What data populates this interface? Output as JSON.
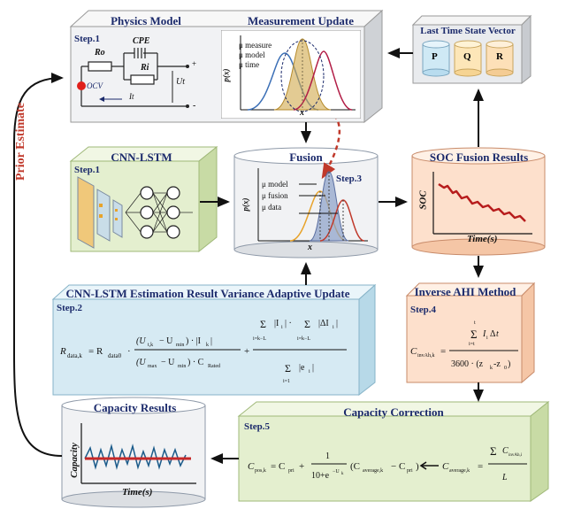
{
  "prior_estimate": "Prior Estimate",
  "physics_model": {
    "title": "Physics Model",
    "step": "Step.1",
    "labels": {
      "cpe": "CPE",
      "ro": "Ro",
      "ri": "Ri",
      "ocv": "OCV",
      "ut": "Ut",
      "it": "It",
      "plus": "+",
      "minus": "-"
    }
  },
  "measurement_update": {
    "title": "Measurement Update",
    "legend": [
      "μ measure",
      "μ model",
      "μ time"
    ],
    "ylabel": "p(x)",
    "xlabel": "x"
  },
  "last_state": {
    "title": "Last Time State Vector",
    "items": [
      "P",
      "Q",
      "R"
    ]
  },
  "cnn_lstm": {
    "title": "CNN-LSTM",
    "step": "Step.1"
  },
  "fusion": {
    "title": "Fusion",
    "step": "Step.3",
    "legend": [
      "μ model",
      "μ fusion",
      "μ data"
    ],
    "ylabel": "p(x)",
    "xlabel": "x"
  },
  "soc_results": {
    "title": "SOC Fusion Results",
    "ylabel": "SOC",
    "xlabel": "Time(s)"
  },
  "variance_update": {
    "title": "CNN-LSTM Estimation Result Variance Adaptive Update",
    "step": "Step.2"
  },
  "inverse_ahi": {
    "title": "Inverse AHI Method",
    "step": "Step.4"
  },
  "capacity_results": {
    "title": "Capacity Results",
    "ylabel": "Capacity",
    "xlabel": "Time(s)"
  },
  "capacity_correction": {
    "title": "Capacity Correction",
    "step": "Step.5"
  },
  "colors": {
    "navy": "#1b2a6b",
    "red": "#c0392b",
    "panel_gray": "#eceef0",
    "green": "#e4efcf",
    "blue": "#d6eaf3",
    "peach": "#fde0cc"
  }
}
